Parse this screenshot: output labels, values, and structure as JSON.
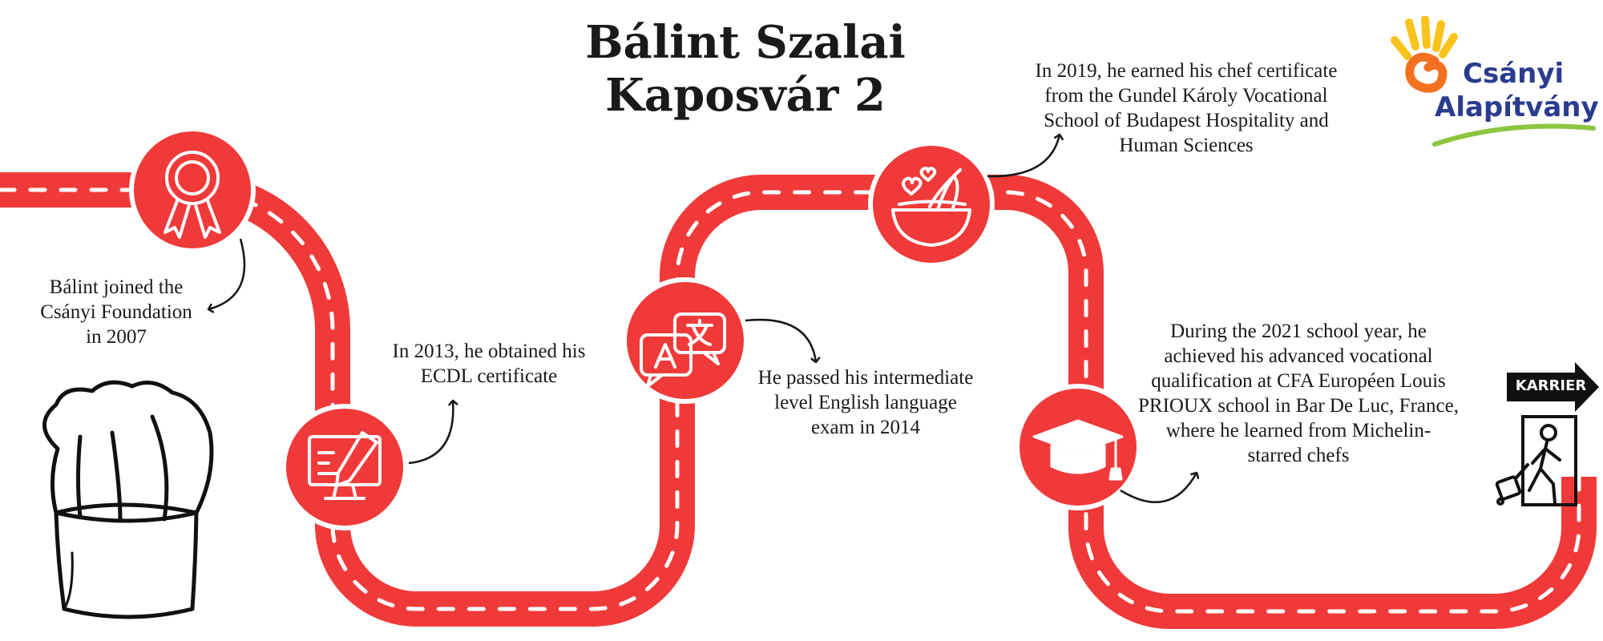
{
  "title": {
    "line1": "Bálint Szalai",
    "line2": "Kaposvár 2"
  },
  "logo": {
    "line1": "Csányi",
    "line2": "Alapítvány"
  },
  "exit": {
    "label": "KARRIER"
  },
  "milestones": [
    {
      "icon": "award-ribbon-icon",
      "lines": [
        "Bálint joined the",
        "Csányi Foundation",
        "in 2007"
      ]
    },
    {
      "icon": "computer-pencil-icon",
      "lines": [
        "In 2013, he obtained his",
        "ECDL certificate"
      ]
    },
    {
      "icon": "translate-bubbles-icon",
      "lines": [
        "He passed his intermediate",
        "level English language",
        "exam in 2014"
      ]
    },
    {
      "icon": "mixing-bowl-whisk-icon",
      "lines": [
        "In 2019, he earned his chef certificate",
        "from the Gundel Károly Vocational",
        "School of Budapest Hospitality and",
        "Human Sciences"
      ]
    },
    {
      "icon": "graduation-cap-icon",
      "lines": [
        "During the 2021 school year, he",
        "achieved his advanced vocational",
        "qualification at CFA Européen Louis",
        "PRIOUX school in Bar De Luc, France,",
        "where he learned from Michelin-",
        "starred chefs"
      ]
    }
  ],
  "colors": {
    "road": "#f03a3a",
    "dash": "#ffffff",
    "ink": "#1a1a1a",
    "logo_text": "#2b3b8f",
    "logo_sun_yellow": "#f9c21c",
    "logo_sun_orange": "#f37021",
    "logo_swoosh": "#8cc63f"
  }
}
